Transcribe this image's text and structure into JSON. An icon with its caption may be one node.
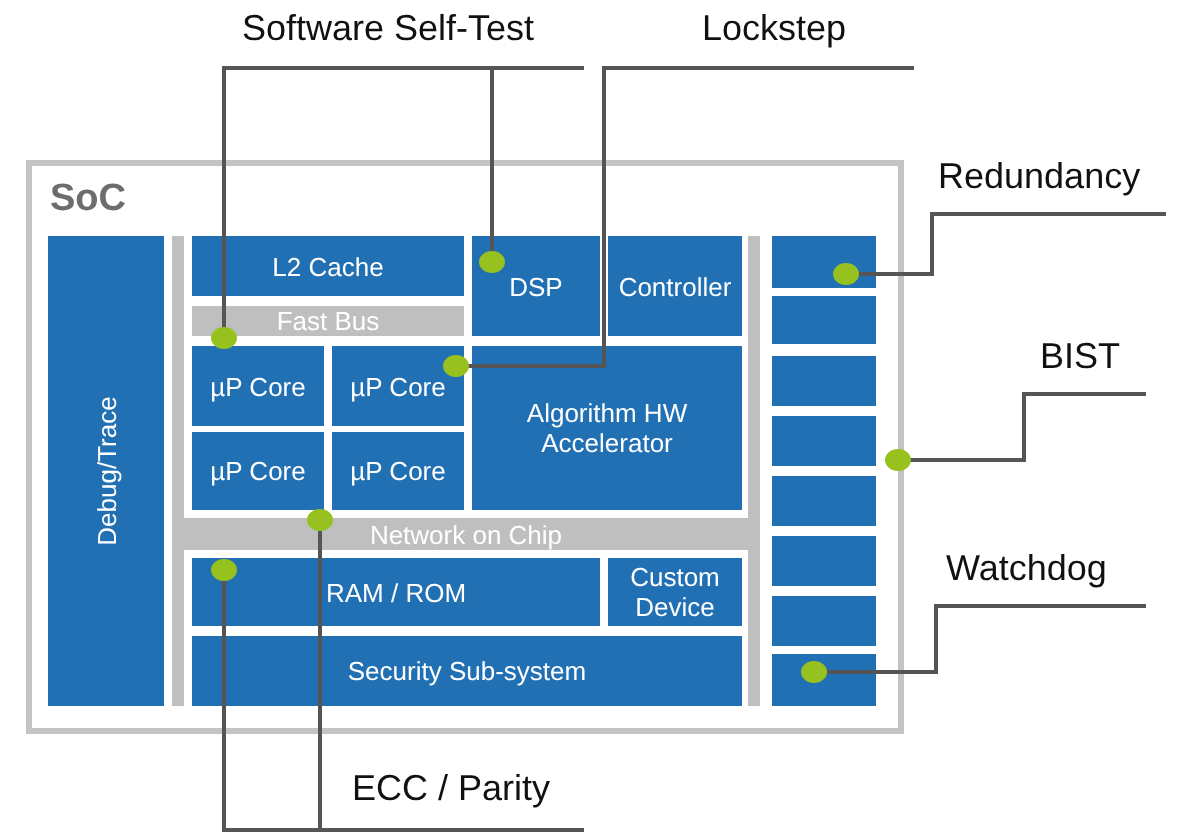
{
  "diagram": {
    "nodes": [
      {
        "text": [
          "SoC"
        ]
      },
      {
        "text": [
          "Debug/Trace"
        ],
        "in": 0
      },
      {
        "text": [
          "L2 Cache"
        ],
        "in": 0
      },
      {
        "text": [
          "DSP"
        ],
        "in": 0
      },
      {
        "text": [
          "Controller"
        ],
        "in": 0
      },
      {
        "text": [
          "Fast Bus"
        ],
        "in": 0
      },
      {
        "text": [
          "µP Core"
        ],
        "in": 0
      },
      {
        "text": [
          "µP Core"
        ],
        "in": 0
      },
      {
        "text": [
          "Algorithm HW Accelerator"
        ],
        "in": 0
      },
      {
        "text": [
          "µP Core"
        ],
        "in": 0
      },
      {
        "text": [
          "µP Core"
        ],
        "in": 0
      },
      {
        "text": [
          "Network on Chip"
        ],
        "in": 0
      },
      {
        "text": [
          "RAM / ROM"
        ],
        "in": 0
      },
      {
        "text": [
          "Custom Device"
        ],
        "in": 0
      },
      {
        "text": [
          "Security Sub-system"
        ],
        "in": 0
      },
      {
        "text": [],
        "shape": "box",
        "in": 0
      },
      {
        "text": [],
        "shape": "box",
        "in": 0
      },
      {
        "text": [],
        "shape": "box",
        "in": 0
      },
      {
        "text": [],
        "shape": "box",
        "in": 0
      },
      {
        "text": [],
        "shape": "box",
        "in": 0
      },
      {
        "text": [],
        "shape": "box",
        "in": 0
      },
      {
        "text": [],
        "shape": "box",
        "in": 0
      },
      {
        "text": [],
        "shape": "box",
        "in": 0
      },
      {
        "text": [
          "Software Self-Test"
        ]
      },
      {
        "text": [
          "Lockstep"
        ]
      },
      {
        "text": [
          "Redundancy"
        ]
      },
      {
        "text": [
          "BIST"
        ]
      },
      {
        "text": [
          "Watchdog"
        ]
      },
      {
        "text": [
          "ECC / Parity"
        ]
      }
    ],
    "edges": [
      {
        "from": 23,
        "to": 6,
        "arrow": "other"
      },
      {
        "from": 23,
        "to": 3,
        "arrow": "other"
      },
      {
        "from": 24,
        "to": 7,
        "arrow": "other"
      },
      {
        "from": 25,
        "to": 15,
        "arrow": "other"
      },
      {
        "from": 26,
        "to": 0,
        "arrow": "other"
      },
      {
        "from": 27,
        "to": 22,
        "arrow": "other"
      },
      {
        "from": 28,
        "to": 12,
        "arrow": "other"
      },
      {
        "from": 28,
        "to": 11,
        "arrow": "other"
      }
    ]
  }
}
